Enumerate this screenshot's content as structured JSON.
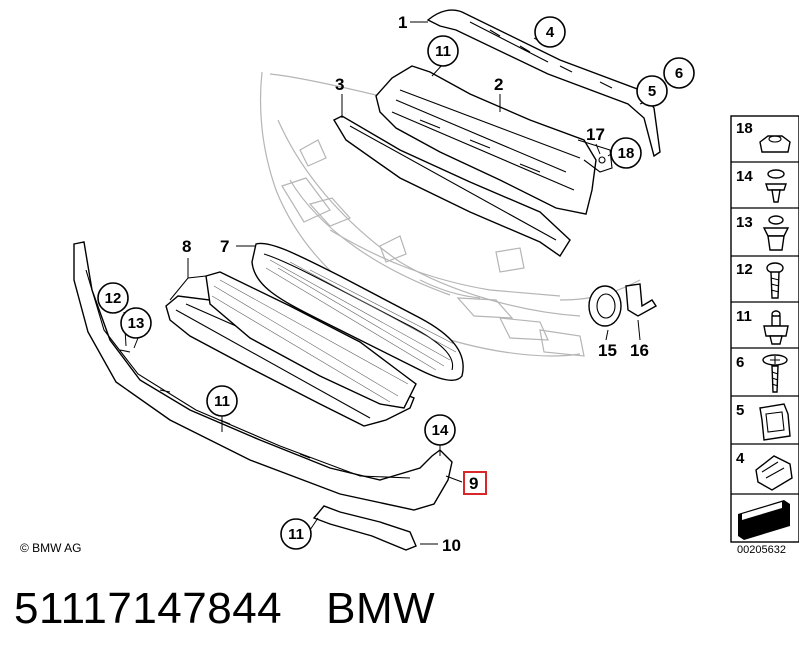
{
  "diagram": {
    "labels": {
      "l1": "1",
      "l2": "2",
      "l3": "3",
      "l4": "4",
      "l5": "5",
      "l6": "6",
      "l7": "7",
      "l8": "8",
      "l9": "9",
      "l10": "10",
      "l11a": "11",
      "l11b": "11",
      "l11c": "11",
      "l12": "12",
      "l13": "13",
      "l14": "14",
      "l15": "15",
      "l16": "16",
      "l17": "17",
      "l18": "18"
    },
    "copyright": "© BMW AG",
    "reference": "00205632"
  },
  "side_panel": {
    "items": [
      "18",
      "14",
      "13",
      "12",
      "11",
      "6",
      "5",
      "4"
    ]
  },
  "caption": {
    "part_number": "51117147844",
    "brand": "BMW"
  },
  "colors": {
    "highlight": "#d9262b",
    "ghost": "#b5b5b5"
  }
}
